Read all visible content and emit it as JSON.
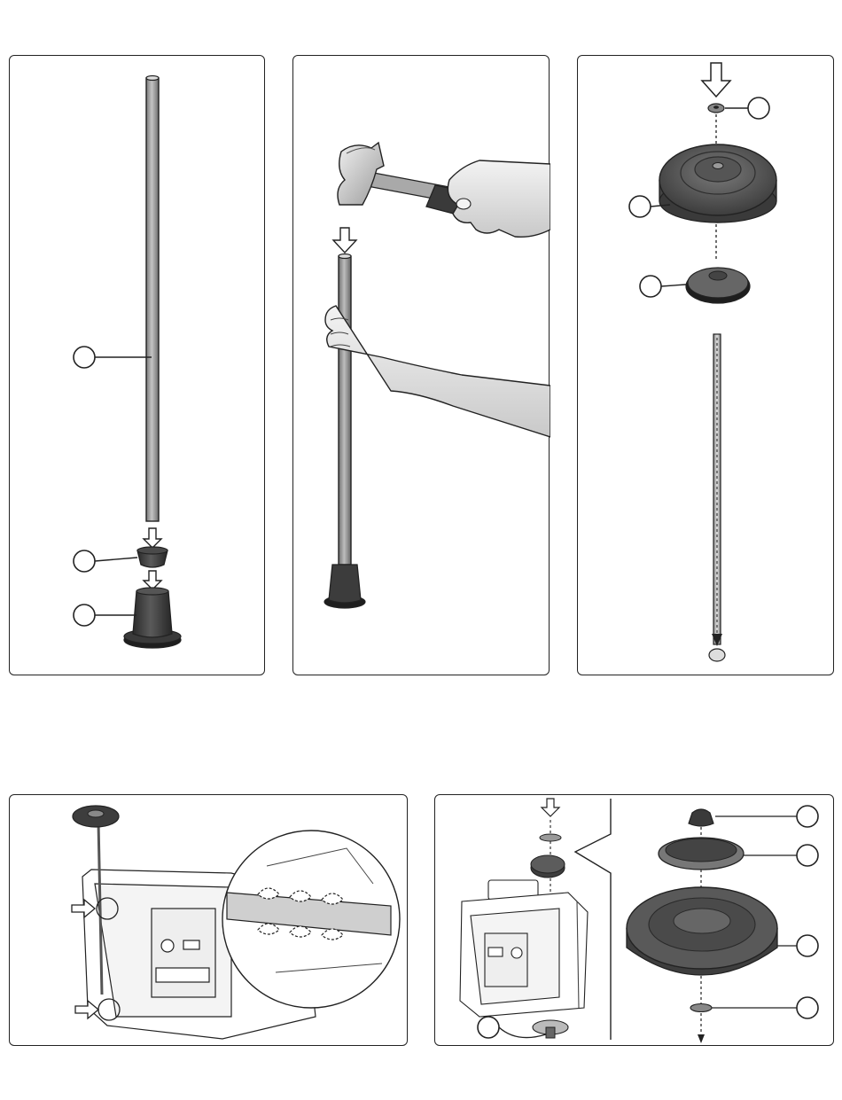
{
  "page": {
    "title": ""
  },
  "steps": [
    {
      "id": "step-a",
      "callouts": [
        {
          "part": "axle-rod",
          "label": ""
        },
        {
          "part": "axle-cap",
          "label": ""
        },
        {
          "part": "foot-base",
          "label": ""
        }
      ]
    },
    {
      "id": "step-b",
      "callouts": []
    },
    {
      "id": "step-c",
      "callouts": [
        {
          "part": "push-nut",
          "label": ""
        },
        {
          "part": "wheel",
          "label": ""
        },
        {
          "part": "hub-cap",
          "label": ""
        }
      ]
    },
    {
      "id": "step-d",
      "callouts": []
    },
    {
      "id": "step-e",
      "callouts": [
        {
          "part": "leveling-foot",
          "label": ""
        },
        {
          "part": "cap-nut",
          "label": ""
        },
        {
          "part": "hub-cap",
          "label": ""
        },
        {
          "part": "wheel",
          "label": ""
        },
        {
          "part": "washer",
          "label": ""
        }
      ]
    }
  ],
  "colors": {
    "outline": "#222222",
    "rod": "#9a9a9a",
    "rubber": "#3c3c3c",
    "wheel": "#5a5a5a",
    "skin": "#e8e8e8"
  }
}
